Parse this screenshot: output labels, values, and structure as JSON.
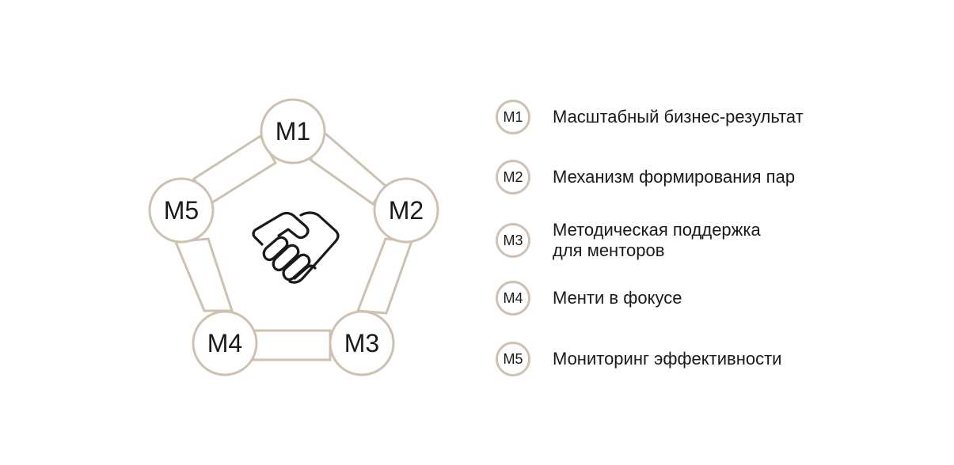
{
  "diagram": {
    "center_icon": "handshake-icon",
    "nodes": [
      {
        "id": "M1",
        "label": "M1"
      },
      {
        "id": "M2",
        "label": "M2"
      },
      {
        "id": "M3",
        "label": "M3"
      },
      {
        "id": "M4",
        "label": "M4"
      },
      {
        "id": "M5",
        "label": "M5"
      }
    ],
    "edges": [
      [
        "M1",
        "M2"
      ],
      [
        "M2",
        "M3"
      ],
      [
        "M3",
        "M4"
      ],
      [
        "M4",
        "M5"
      ],
      [
        "M5",
        "M1"
      ]
    ]
  },
  "legend": {
    "items": [
      {
        "badge": "M1",
        "text": "Масштабный бизнес-результат"
      },
      {
        "badge": "M2",
        "text": "Механизм формирования пар"
      },
      {
        "badge": "M3",
        "text": "Методическая поддержка\nдля менторов"
      },
      {
        "badge": "M4",
        "text": "Менти в фокусе"
      },
      {
        "badge": "M5",
        "text": "Мониторинг эффективности"
      }
    ]
  },
  "colors": {
    "ring": "#cdc2b2",
    "text": "#1a1a1a",
    "background": "#ffffff"
  }
}
